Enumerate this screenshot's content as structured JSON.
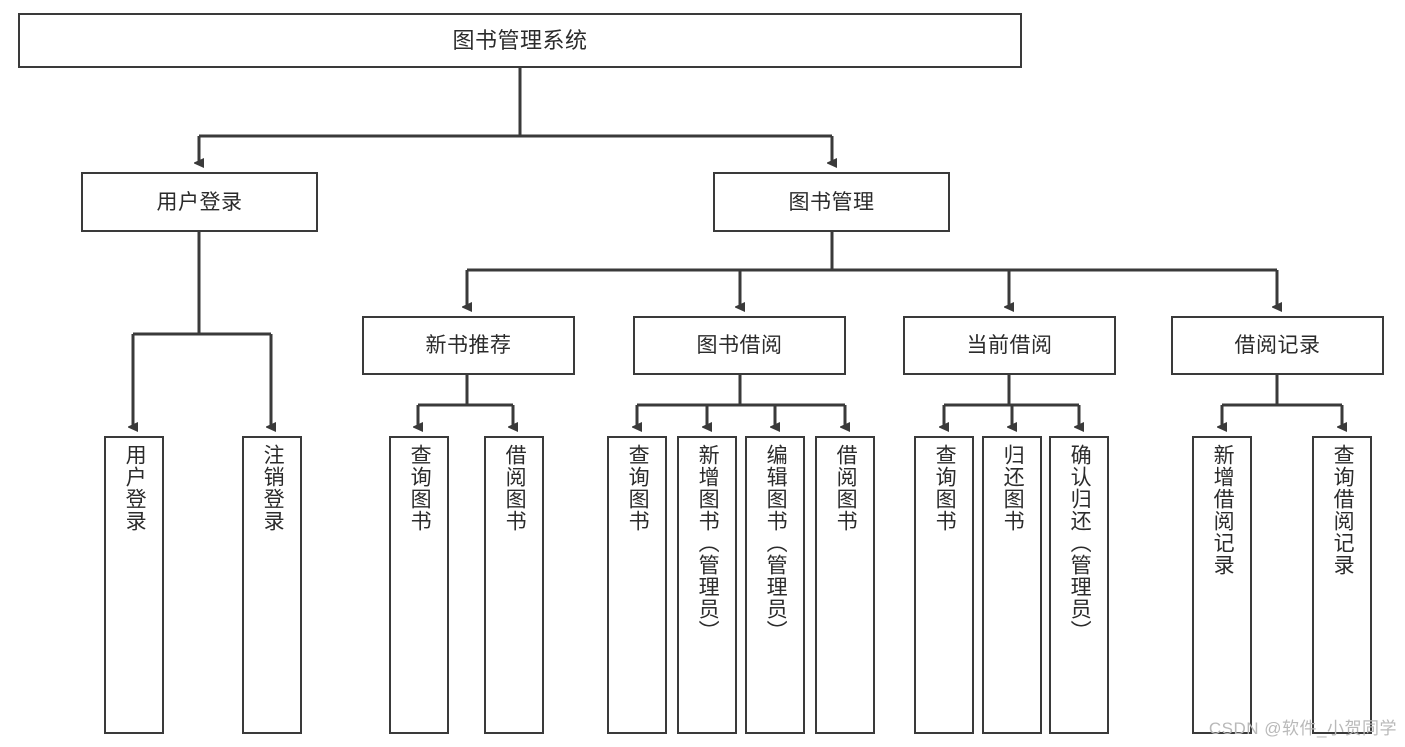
{
  "diagram": {
    "type": "tree",
    "title": "图书管理系统",
    "root": {
      "label": "图书管理系统"
    },
    "level1": [
      {
        "label": "用户登录"
      },
      {
        "label": "图书管理"
      }
    ],
    "level2": [
      {
        "label": "新书推荐"
      },
      {
        "label": "图书借阅"
      },
      {
        "label": "当前借阅"
      },
      {
        "label": "借阅记录"
      }
    ],
    "leaves": {
      "user_login": [
        {
          "label": "用户登录"
        },
        {
          "label": "注销登录"
        }
      ],
      "new_book_recommend": [
        {
          "label": "查询图书"
        },
        {
          "label": "借阅图书"
        }
      ],
      "book_borrow": [
        {
          "label": "查询图书"
        },
        {
          "label": "新增图书（管理员）"
        },
        {
          "label": "编辑图书（管理员）"
        },
        {
          "label": "借阅图书"
        }
      ],
      "current_borrow": [
        {
          "label": "查询图书"
        },
        {
          "label": "归还图书"
        },
        {
          "label": "确认归还（管理员）"
        }
      ],
      "borrow_record": [
        {
          "label": "新增借阅记录"
        },
        {
          "label": "查询借阅记录"
        }
      ]
    }
  },
  "watermark": {
    "text": "CSDN @软件_小贺同学"
  },
  "colors": {
    "stroke": "#3a3a3a",
    "background": "#ffffff",
    "text": "#2b2b2b",
    "watermark": "#b9b9b9"
  }
}
